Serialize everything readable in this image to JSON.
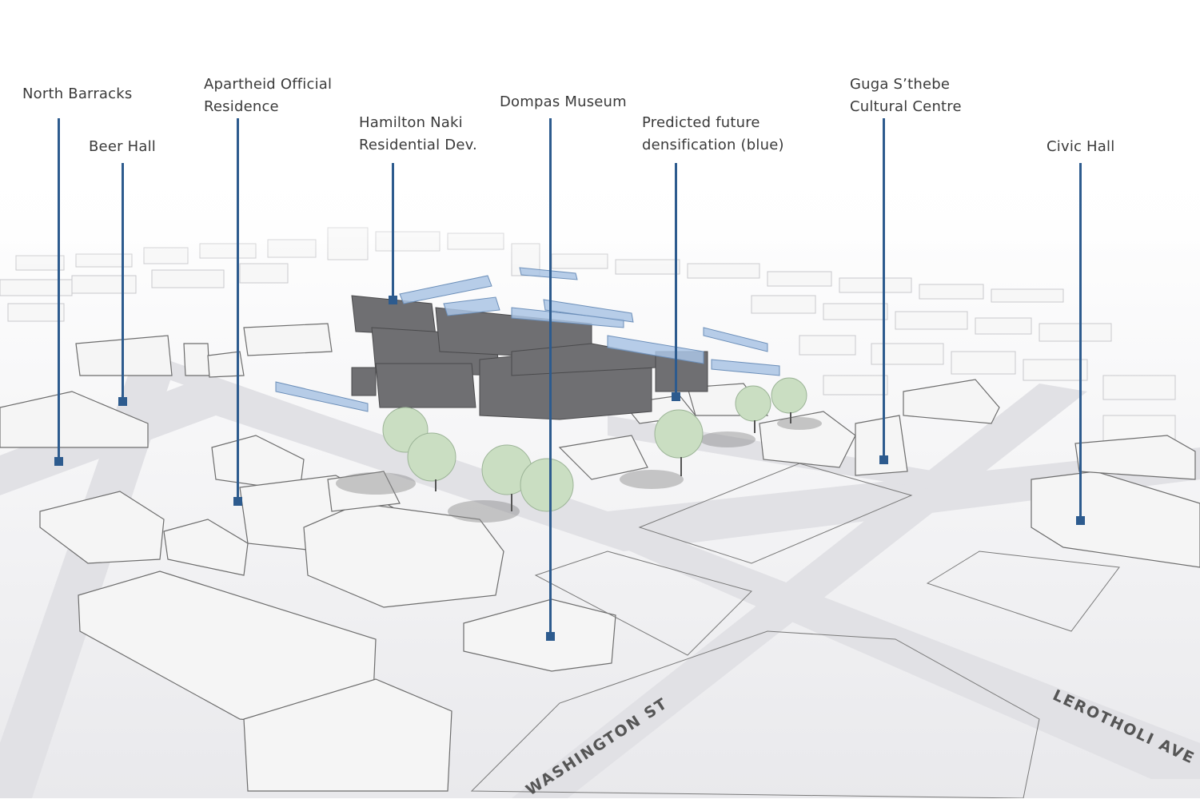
{
  "labels": [
    {
      "id": "north-barracks",
      "lines": [
        "North Barracks"
      ]
    },
    {
      "id": "beer-hall",
      "lines": [
        "Beer Hall"
      ]
    },
    {
      "id": "apartheid-residence",
      "lines": [
        "Apartheid Official",
        "Residence"
      ]
    },
    {
      "id": "hamilton-naki",
      "lines": [
        "Hamilton Naki",
        "Residential Dev."
      ]
    },
    {
      "id": "dompas-museum",
      "lines": [
        "Dompas Museum"
      ]
    },
    {
      "id": "future-densification",
      "lines": [
        "Predicted future",
        "densification (blue)"
      ]
    },
    {
      "id": "guga-sthebe",
      "lines": [
        "Guga S’thebe",
        "Cultural Centre"
      ]
    },
    {
      "id": "civic-hall",
      "lines": [
        "Civic Hall"
      ]
    }
  ],
  "streets": {
    "washington": "WASHINGTON ST",
    "lerotholi": "LEROTHOLI AVE"
  },
  "colors": {
    "leader": "#2d5b8e",
    "building_white": "#f4f4f4",
    "building_grey": "#6e6e70",
    "densification_blue": "#a9c3e3",
    "tree": "#c9dcc2",
    "road": "#e2e2e6"
  }
}
